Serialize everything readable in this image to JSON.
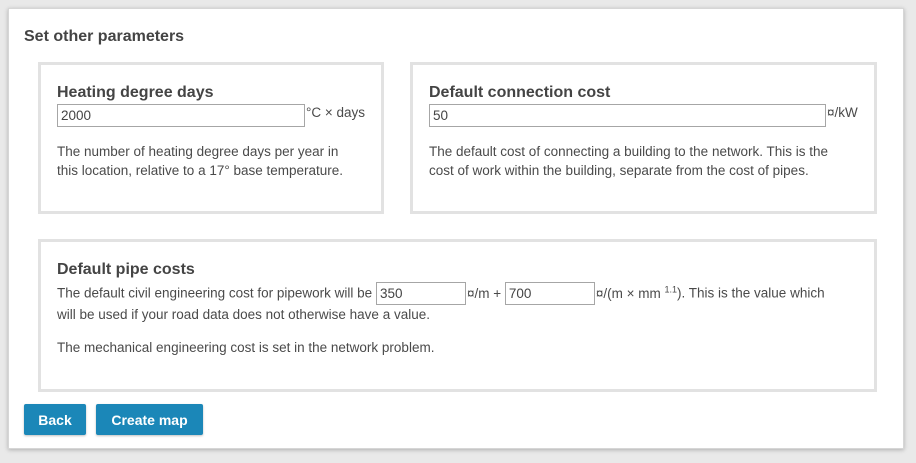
{
  "dialog": {
    "title": "Set other parameters"
  },
  "heating": {
    "title": "Heating degree days",
    "value": "2000",
    "unit": "°C × days",
    "description_line1": "The number of heating degree days per year in",
    "description_line2": "this location, relative to a 17° base temperature."
  },
  "connection": {
    "title": "Default connection cost",
    "value": "50",
    "unit": "¤/kW",
    "description_line1": "The default cost of connecting a building to the network. This is the",
    "description_line2": "cost of work within the building, separate from the cost of pipes."
  },
  "pipe": {
    "title": "Default pipe costs",
    "text_before": "The default civil engineering cost for pipework will be",
    "fixed_value": "350",
    "fixed_unit": "¤/m +",
    "variable_value": "700",
    "variable_unit_pre": "¤/(m × mm",
    "variable_unit_exp": "1.1",
    "text_after": "). This is the value which",
    "line2": "will be used if your road data does not otherwise have a value.",
    "mechanical_note": "The mechanical engineering cost is set in the network problem."
  },
  "buttons": {
    "back": "Back",
    "create_map": "Create map"
  },
  "colors": {
    "button": "#1b87b8",
    "panel_border": "#e2e2e2"
  }
}
